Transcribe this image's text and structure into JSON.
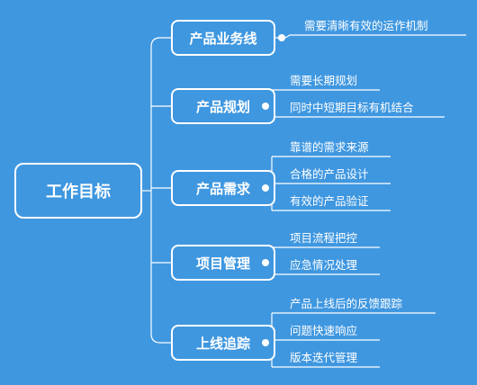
{
  "colors": {
    "background": "#3f97e0",
    "line": "#ffffff",
    "text": "#ffffff"
  },
  "root": {
    "label": "工作目标"
  },
  "branches": [
    {
      "label": "产品业务线",
      "children": [
        "需要清晰有效的运作机制"
      ]
    },
    {
      "label": "产品规划",
      "children": [
        "需要长期规划",
        "同时中短期目标有机结合"
      ]
    },
    {
      "label": "产品需求",
      "children": [
        "靠谱的需求来源",
        "合格的产品设计",
        "有效的产品验证"
      ]
    },
    {
      "label": "项目管理",
      "children": [
        "项目流程把控",
        "应急情况处理"
      ]
    },
    {
      "label": "上线追踪",
      "children": [
        "产品上线后的反馈跟踪",
        "问题快速响应",
        "版本迭代管理"
      ]
    }
  ]
}
